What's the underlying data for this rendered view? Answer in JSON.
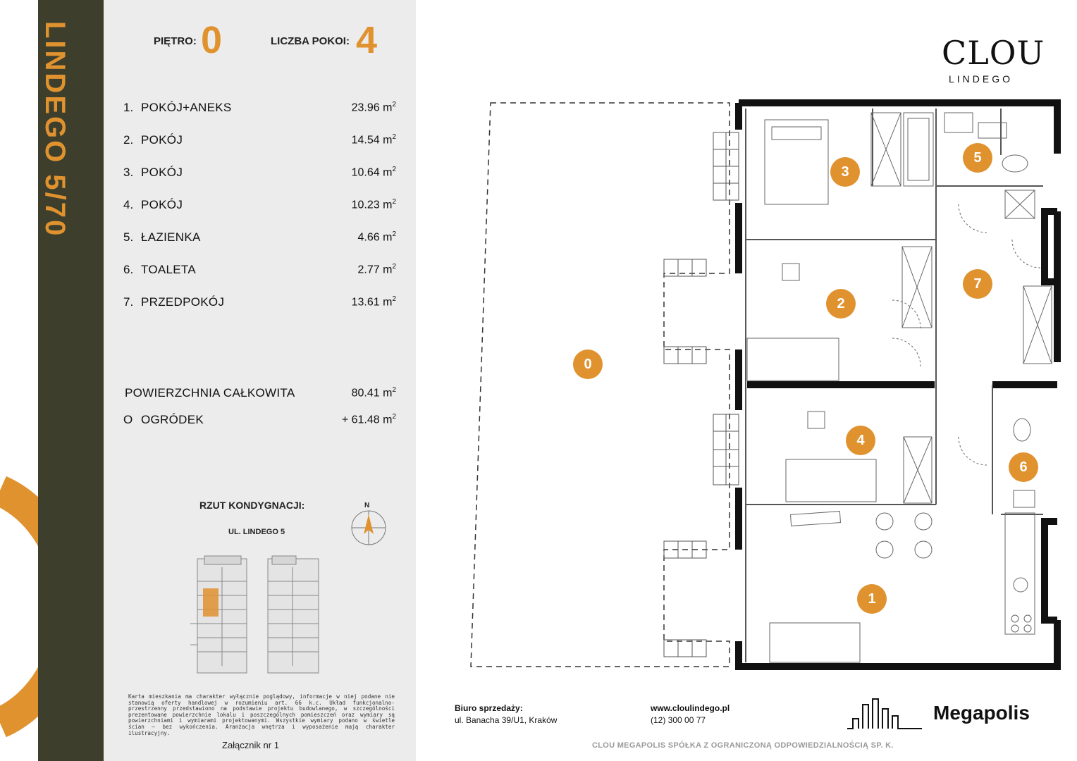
{
  "sidebar": {
    "title": "LINDEGO 5/70"
  },
  "header": {
    "floor_label": "PIĘTRO:",
    "floor_value": "0",
    "rooms_label": "LICZBA POKOI:",
    "rooms_value": "4"
  },
  "rooms": [
    {
      "num": "1.",
      "name": "POKÓJ+ANEKS",
      "area": "23.96 m",
      "unit": "2"
    },
    {
      "num": "2.",
      "name": "POKÓJ",
      "area": "14.54 m",
      "unit": "2"
    },
    {
      "num": "3.",
      "name": "POKÓJ",
      "area": "10.64 m",
      "unit": "2"
    },
    {
      "num": "4.",
      "name": "POKÓJ",
      "area": "10.23 m",
      "unit": "2"
    },
    {
      "num": "5.",
      "name": "ŁAZIENKA",
      "area": "4.66 m",
      "unit": "2"
    },
    {
      "num": "6.",
      "name": "TOALETA",
      "area": "2.77 m",
      "unit": "2"
    },
    {
      "num": "7.",
      "name": "PRZEDPOKÓJ",
      "area": "13.61 m",
      "unit": "2"
    }
  ],
  "totals": {
    "total_label": "POWIERZCHNIA CAŁKOWITA",
    "total_area": "80.41 m",
    "total_unit": "2",
    "garden_num": "O",
    "garden_label": "OGRÓDEK",
    "garden_area": "+ 61.48 m",
    "garden_unit": "2"
  },
  "floor_plan_section": {
    "title": "RZUT KONDYGNACJI:",
    "street": "UL. LINDEGO 5",
    "north": "N"
  },
  "disclaimer": "Karta mieszkania ma charakter wyłącznie poglądowy, informacje w niej podane nie stanowią oferty handlowej w rozumieniu art. 66 k.c. Układ funkcjonalno-przestrzenny przedstawiono na podstawie projektu budowlanego, w szczególności prezentowane powierzchnie lokalu i poszczególnych pomieszczeń oraz wymiary są powierzchniami i wymiarami projektowanymi. Wszystkie wymiary podano w świetle ścian – bez wykończenia. Aranżacja wnętrza i wyposażenie mają charakter ilustracyjny.",
  "annex": "Załącznik nr 1",
  "logo": {
    "brand": "CLOU",
    "sub": "LINDEGO"
  },
  "plan_markers": [
    "0",
    "1",
    "2",
    "3",
    "4",
    "5",
    "6",
    "7"
  ],
  "footer": {
    "sales_label": "Biuro sprzedaży:",
    "sales_address": "ul. Banacha 39/U1, Kraków",
    "website": "www.cloulindego.pl",
    "phone": "(12) 300 00 77",
    "developer": "Megapolis",
    "company": "CLOU MEGAPOLIS SPÓŁKA Z OGRANICZONĄ ODPOWIEDZIALNOŚCIĄ SP. K."
  },
  "colors": {
    "accent": "#e0922f",
    "band": "#3d3f2c",
    "panel": "#ececec"
  }
}
